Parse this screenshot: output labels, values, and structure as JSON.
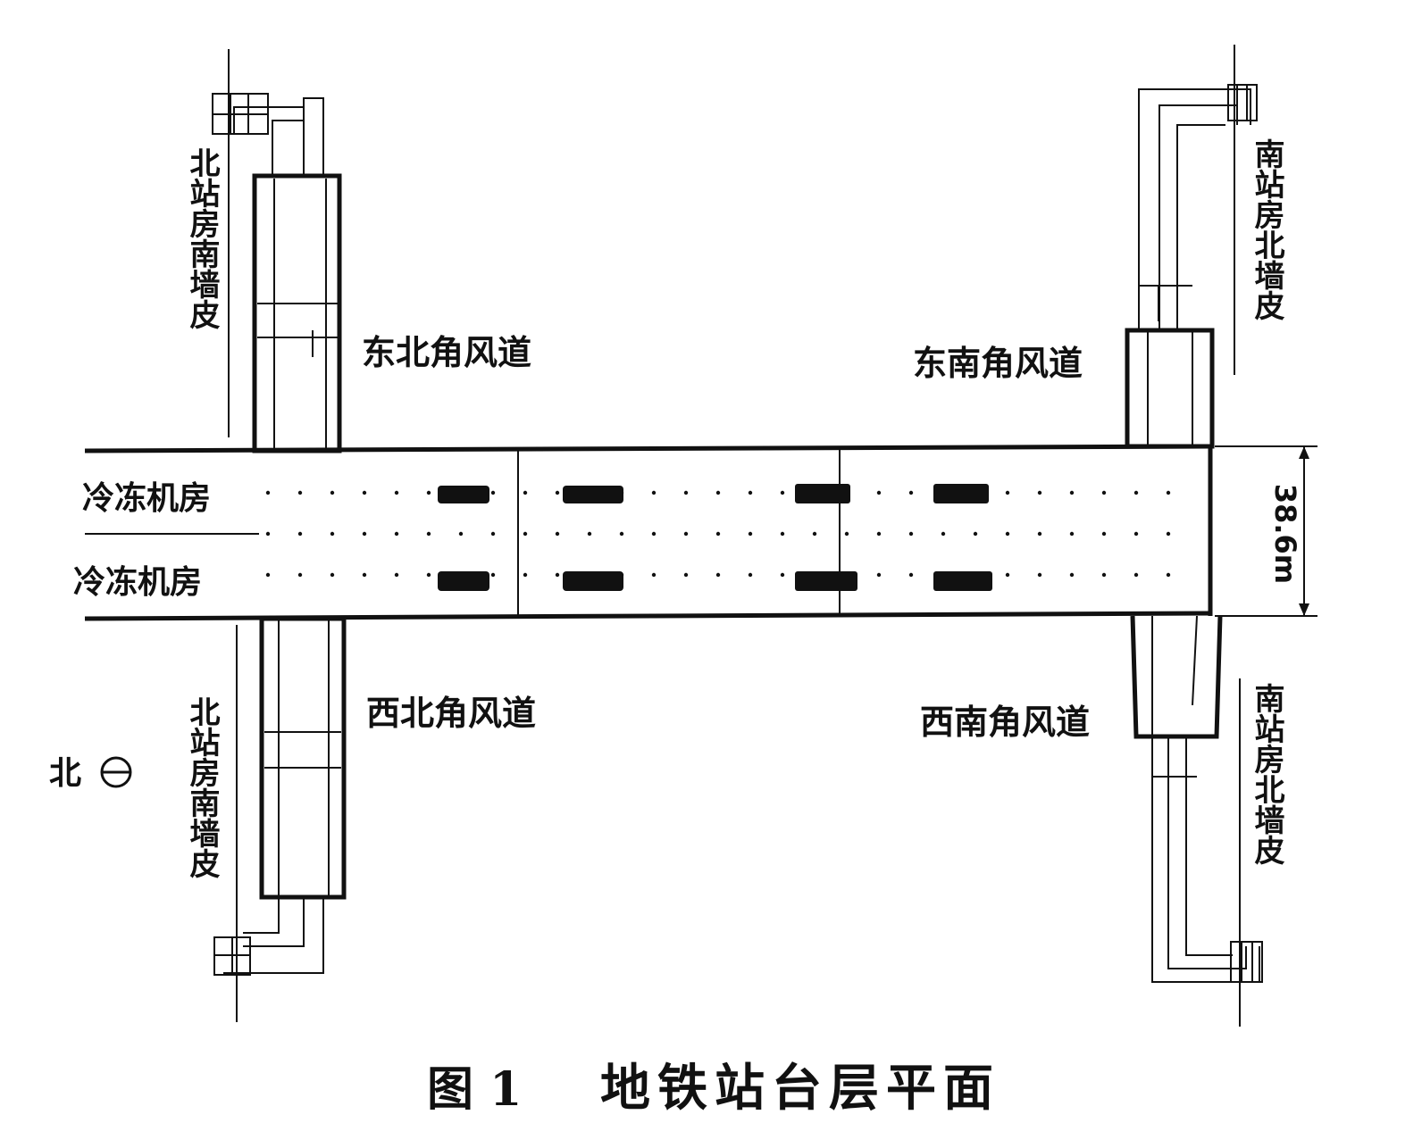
{
  "diagram": {
    "caption_fig": "图 1",
    "caption_title": "地铁站台层平面",
    "corridor_labels": {
      "ne": "东北角风道",
      "nw": "西北角风道",
      "se": "东南角风道",
      "sw": "西南角风道"
    },
    "room_labels": {
      "upper": "冷冻机房",
      "lower": "冷冻机房"
    },
    "wall_labels": {
      "top_left": "北站房南墙皮",
      "bottom_left": "北站房南墙皮",
      "top_right": "南站房北墙皮",
      "bottom_right": "南站房北墙皮"
    },
    "dimension": "38.6m",
    "north_marker": "北",
    "colors": {
      "line": "#111111",
      "background": "#ffffff"
    }
  }
}
